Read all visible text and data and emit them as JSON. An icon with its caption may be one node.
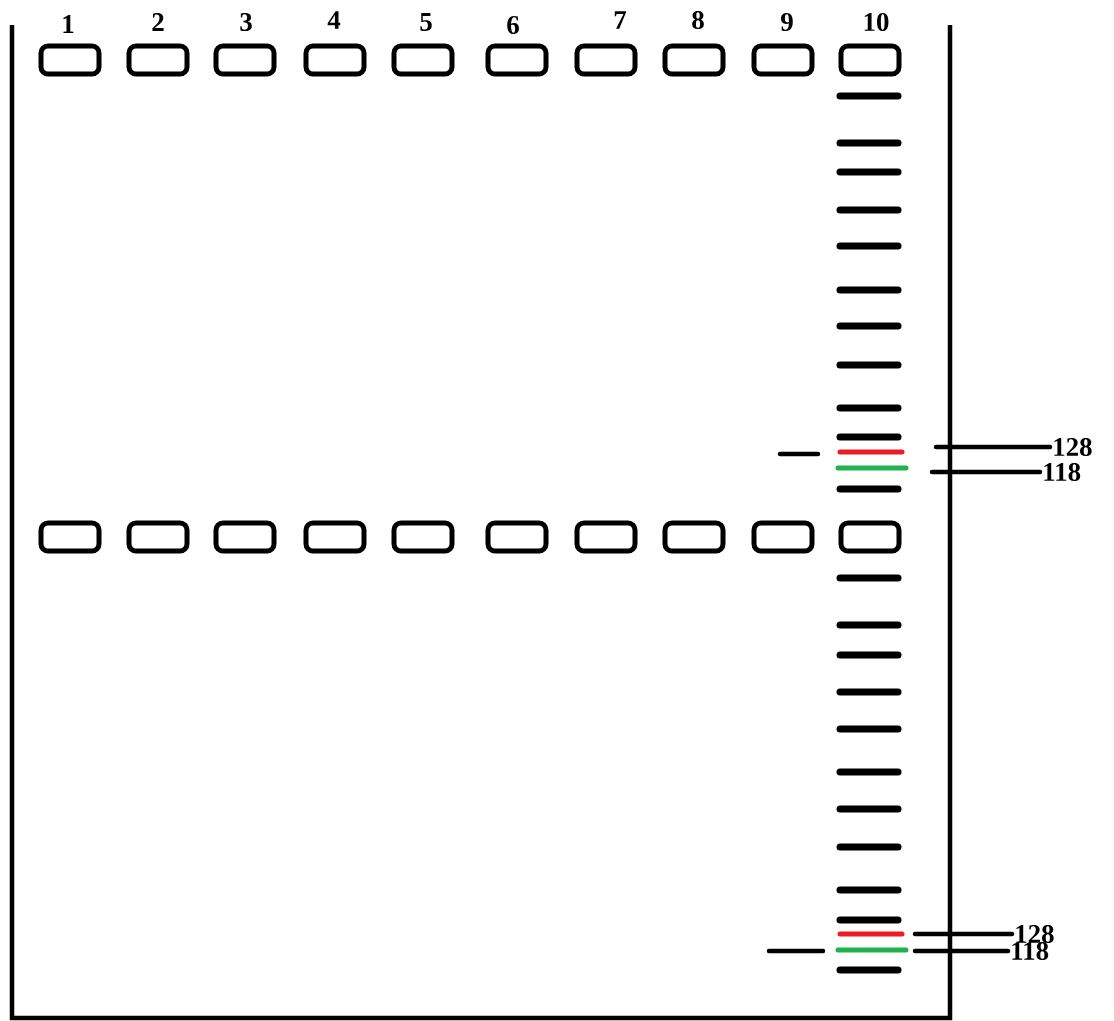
{
  "diagram": {
    "nodes": [
      {
        "text": [
          "128"
        ]
      },
      {
        "text": [
          "118"
        ]
      },
      {
        "text": [
          "128"
        ]
      },
      {
        "text": [
          "118"
        ]
      }
    ],
    "edges": [
      {
        "from": 0,
        "to": null,
        "arrow": "none"
      },
      {
        "from": 1,
        "to": null,
        "arrow": "none"
      },
      {
        "from": 2,
        "to": null,
        "arrow": "none"
      },
      {
        "from": 3,
        "to": null,
        "arrow": "none"
      }
    ],
    "labels": [
      "1",
      "2",
      "3",
      "4",
      "5",
      "6",
      "7",
      "8",
      "9",
      "10"
    ]
  }
}
